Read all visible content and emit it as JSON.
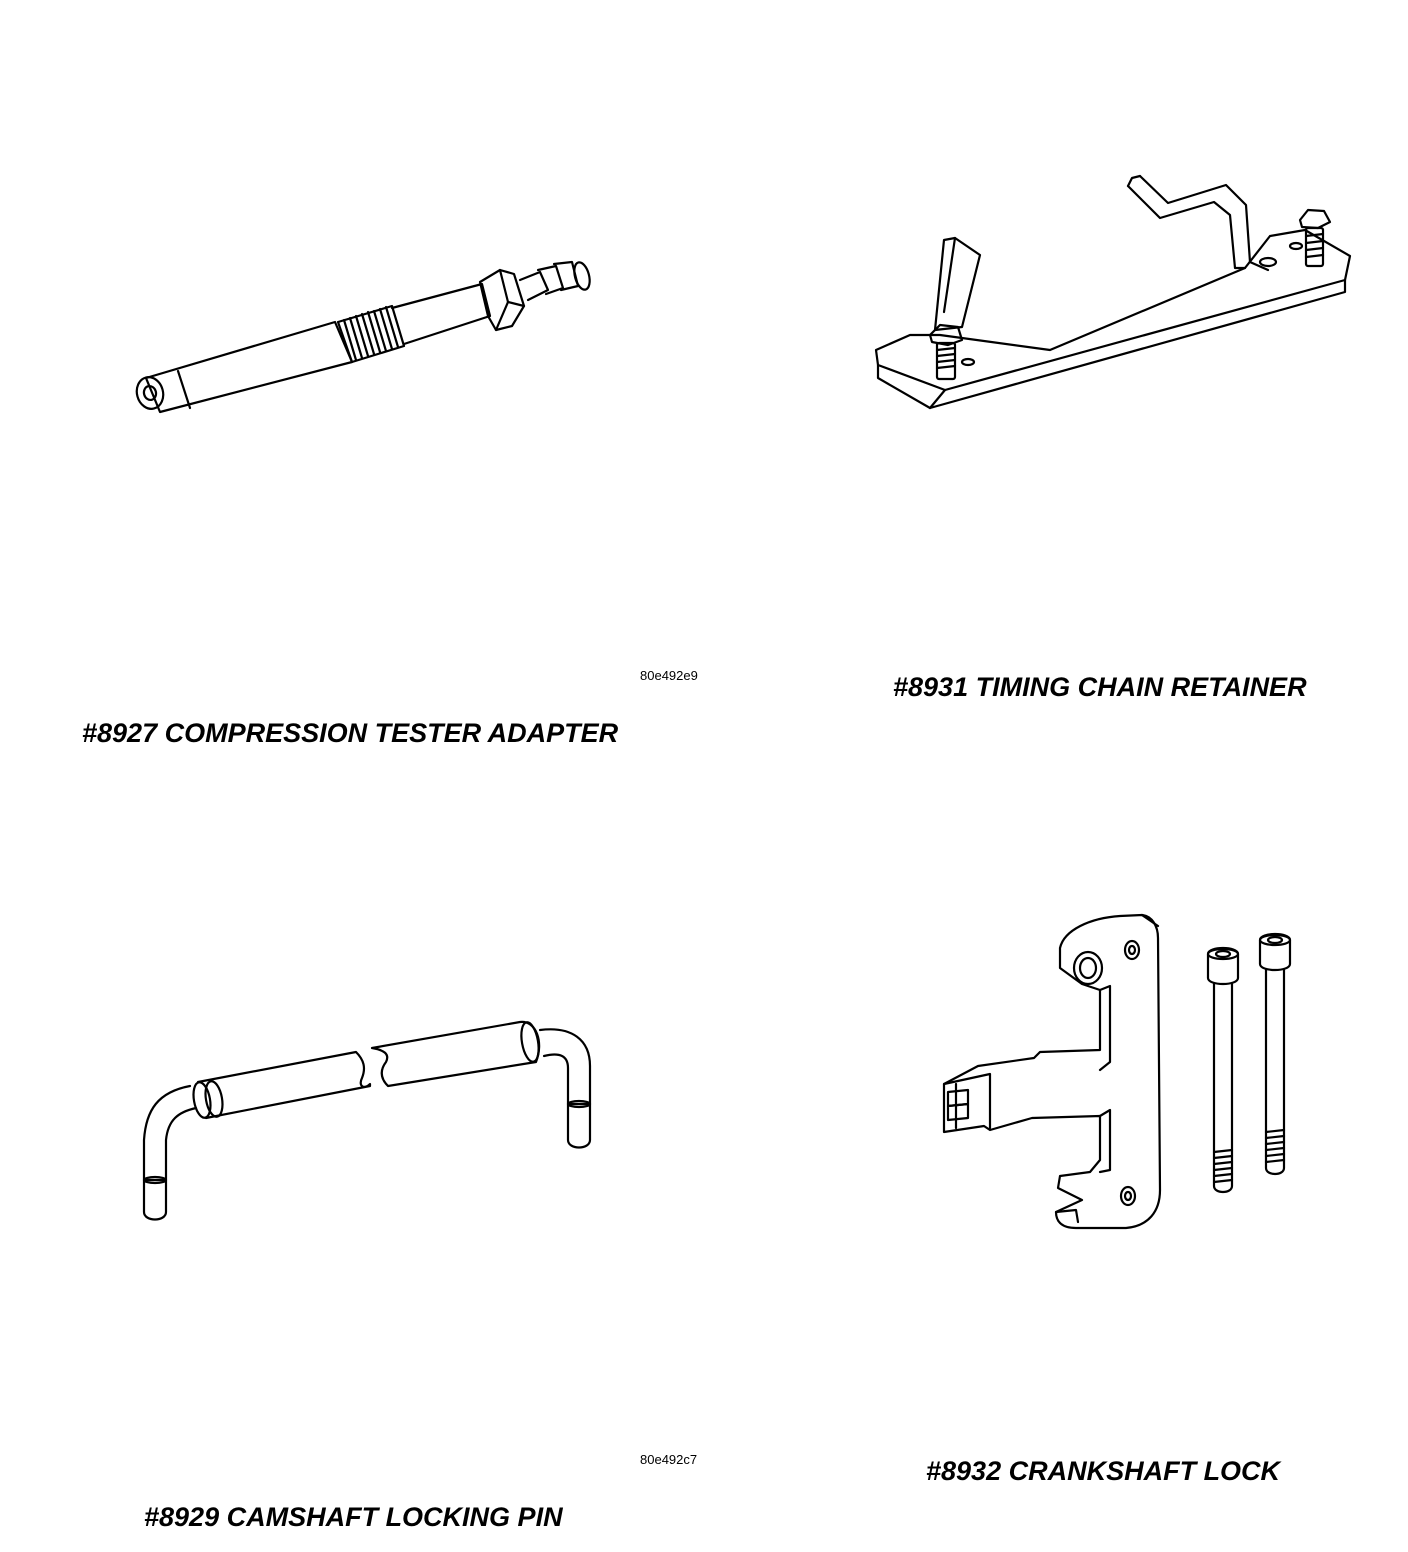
{
  "figures": [
    {
      "code": "80e492e9",
      "tools": [
        {
          "label": "#8927 COMPRESSION TESTER ADAPTER"
        },
        {
          "label": "#8931 TIMING CHAIN RETAINER"
        }
      ]
    },
    {
      "code": "80e492c7",
      "tools": [
        {
          "label": "#8929 CAMSHAFT LOCKING PIN"
        },
        {
          "label": "#8932 CRANKSHAFT LOCK"
        }
      ]
    }
  ],
  "icons": [
    "compression-tester-adapter-icon",
    "timing-chain-retainer-icon",
    "camshaft-locking-pin-icon",
    "crankshaft-lock-icon"
  ],
  "colors": {
    "ink": "#000000",
    "paper": "#ffffff"
  }
}
